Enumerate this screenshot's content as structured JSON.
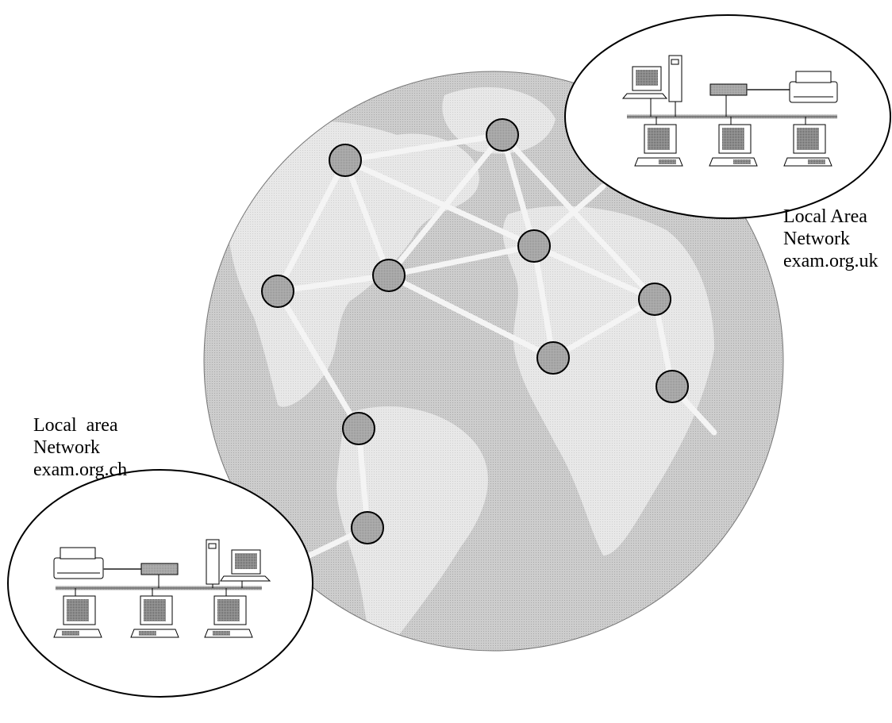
{
  "labels": {
    "uk": {
      "line1": "Local Area",
      "line2": "Network",
      "line3": "exam.org.uk"
    },
    "ch": {
      "line1": "Local  area",
      "line2": "Network",
      "line3": "exam.org.ch"
    }
  },
  "colors": {
    "globe": "#c8c8c8",
    "land": "#e6e6e6",
    "node": "#a9a9a9",
    "link": "#f2f2f2",
    "outline": "#000000"
  }
}
